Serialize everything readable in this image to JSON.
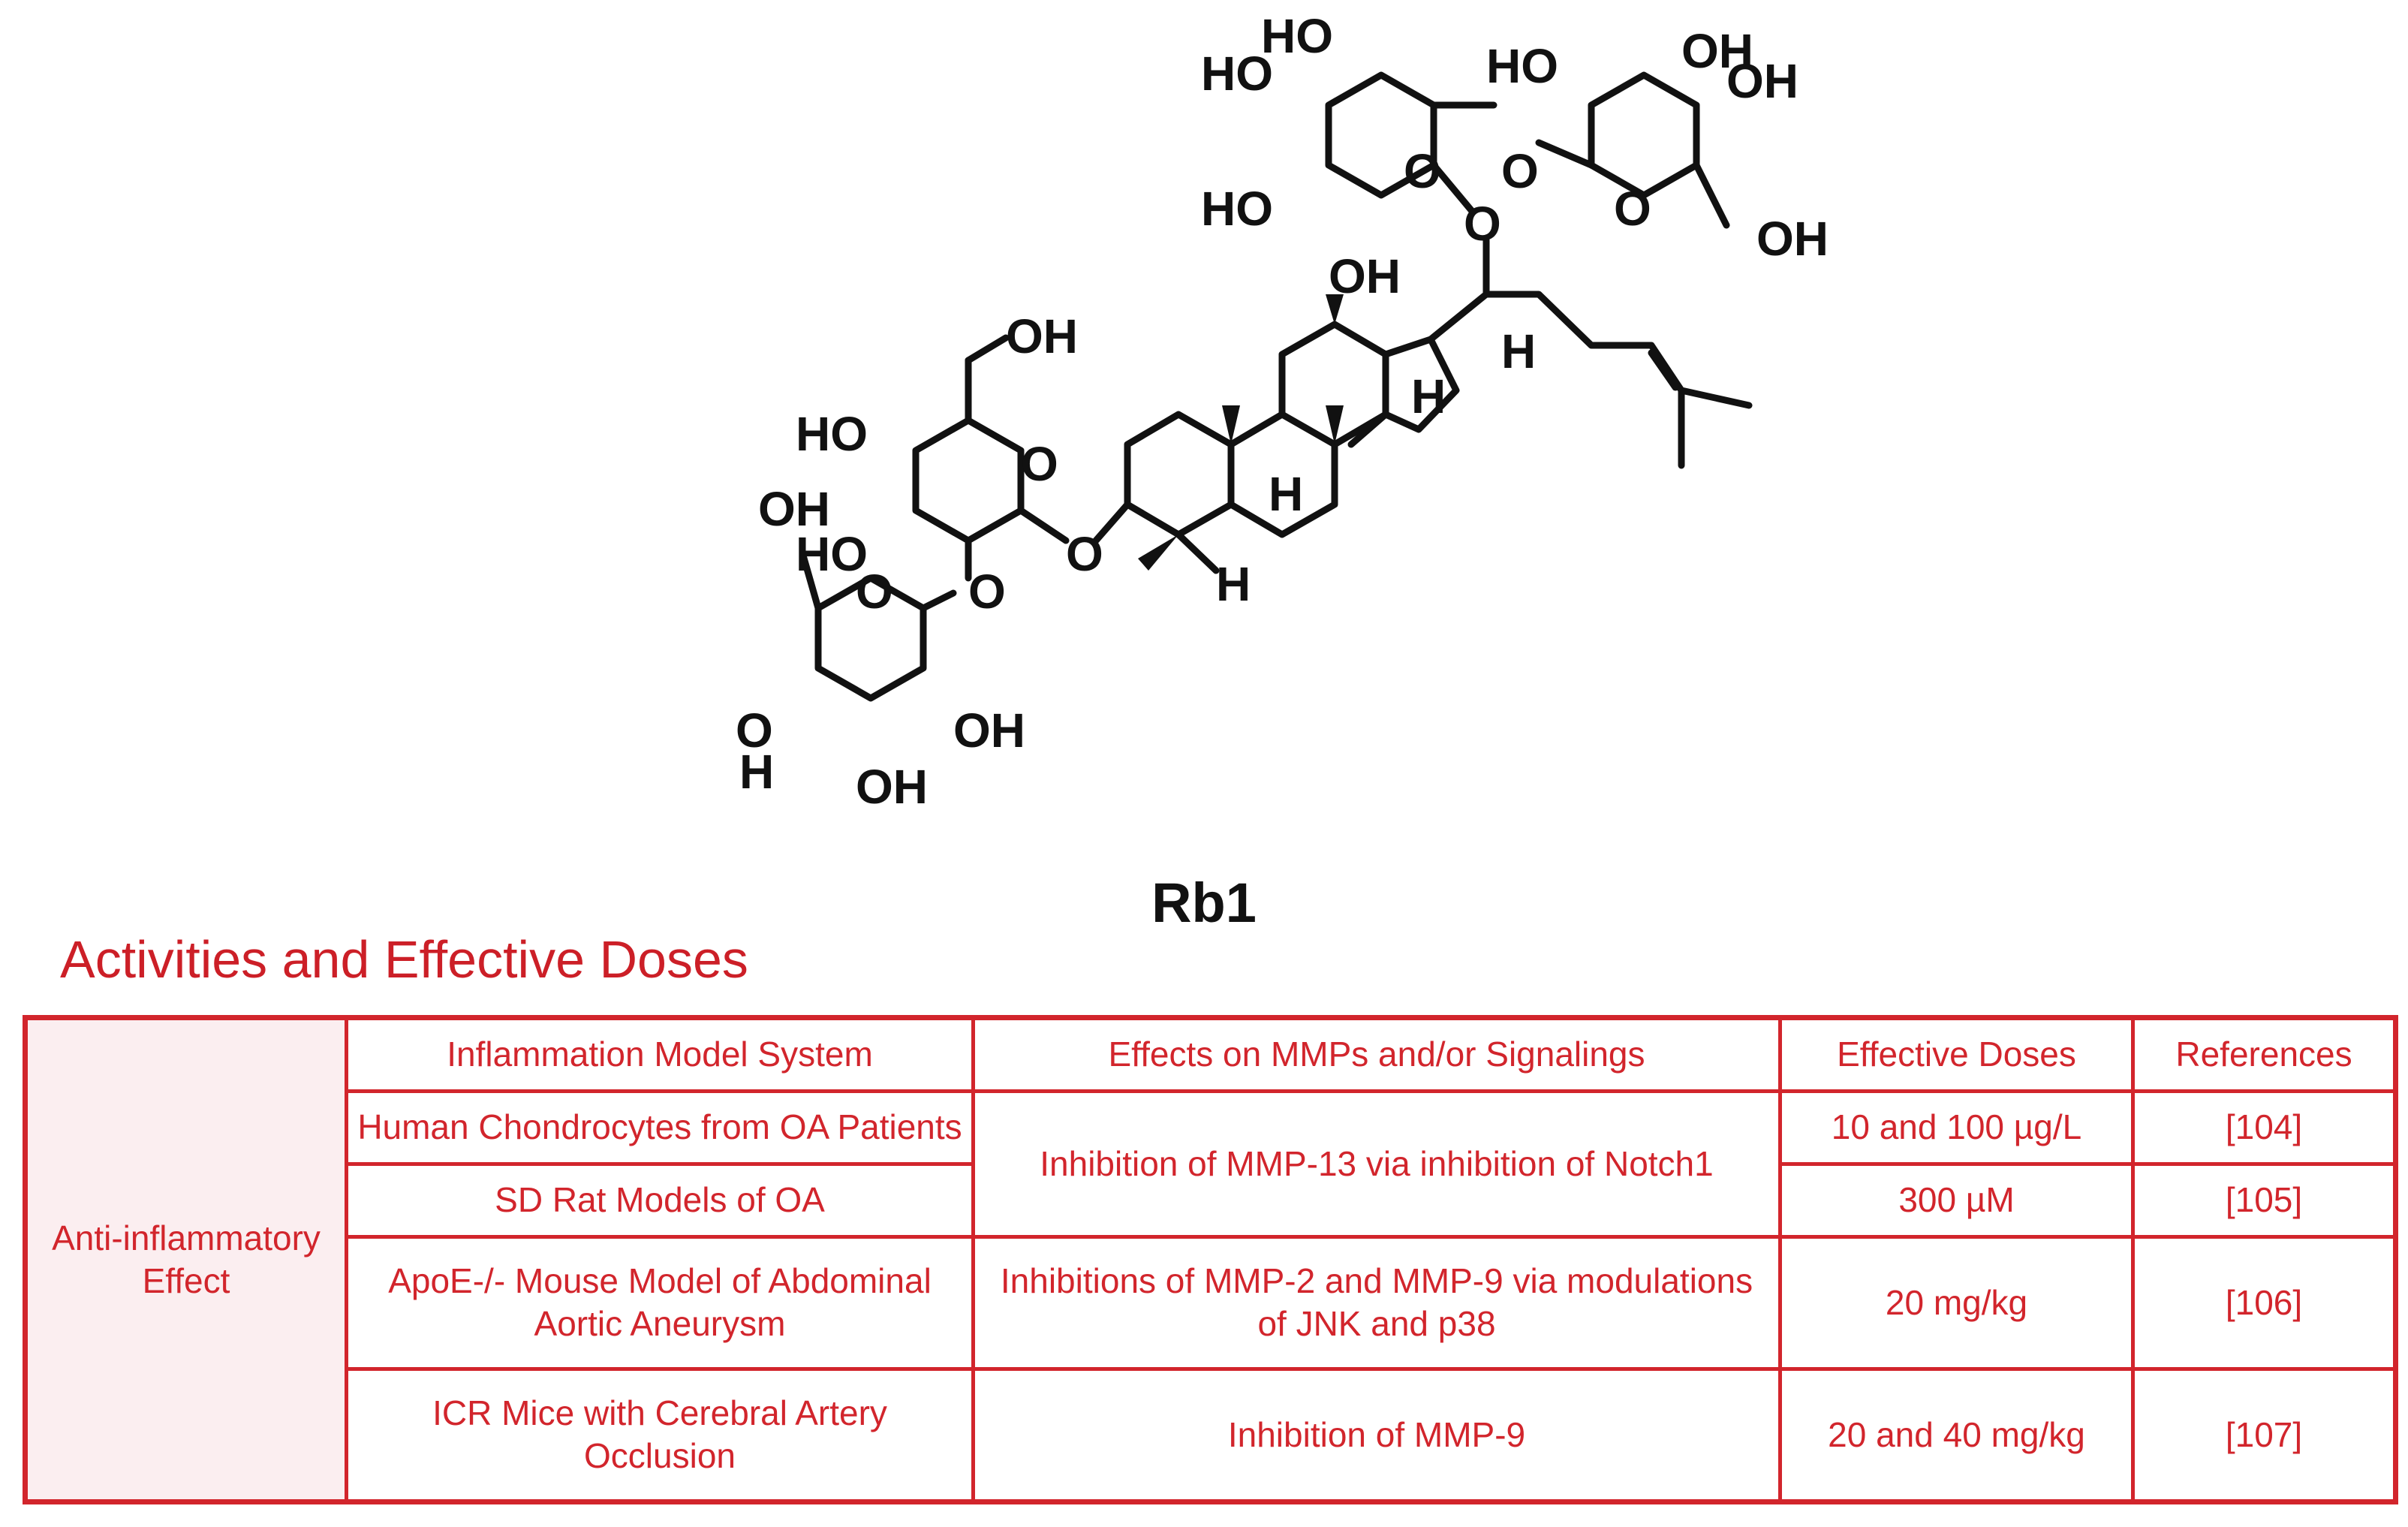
{
  "structure": {
    "atom_labels": {
      "oh": "OH",
      "ho": "HO",
      "h": "H",
      "o": "O"
    }
  },
  "compound_name": "Rb1",
  "section_title": "Activities and Effective Doses",
  "table": {
    "headers": [
      "Inflammation Model System",
      "Effects on MMPs and/or Signalings",
      "Effective Doses",
      "References"
    ],
    "category": "Anti-inflammatory Effect",
    "rows": [
      {
        "model": "Human Chondrocytes from OA Patients",
        "dose": "10 and 100 µg/L",
        "ref": "[104]"
      },
      {
        "model": "SD Rat Models of OA",
        "dose": "300 µM",
        "ref": "[105]"
      },
      {
        "model": "ApoE-/- Mouse Model of Abdominal Aortic Aneurysm",
        "effect": "Inhibitions of MMP-2 and MMP-9 via modulations of JNK and p38",
        "dose": "20 mg/kg",
        "ref": "[106]"
      },
      {
        "model": "ICR Mice with Cerebral Artery Occlusion",
        "effect": "Inhibition of MMP-9",
        "dose": "20 and 40 mg/kg",
        "ref": "[107]"
      }
    ],
    "shared_effect": "Inhibition of MMP-13 via inhibition of Notch1"
  },
  "colors": {
    "accent": "#d2252c",
    "category_bg": "#fbeef0",
    "structure": "#111111"
  }
}
